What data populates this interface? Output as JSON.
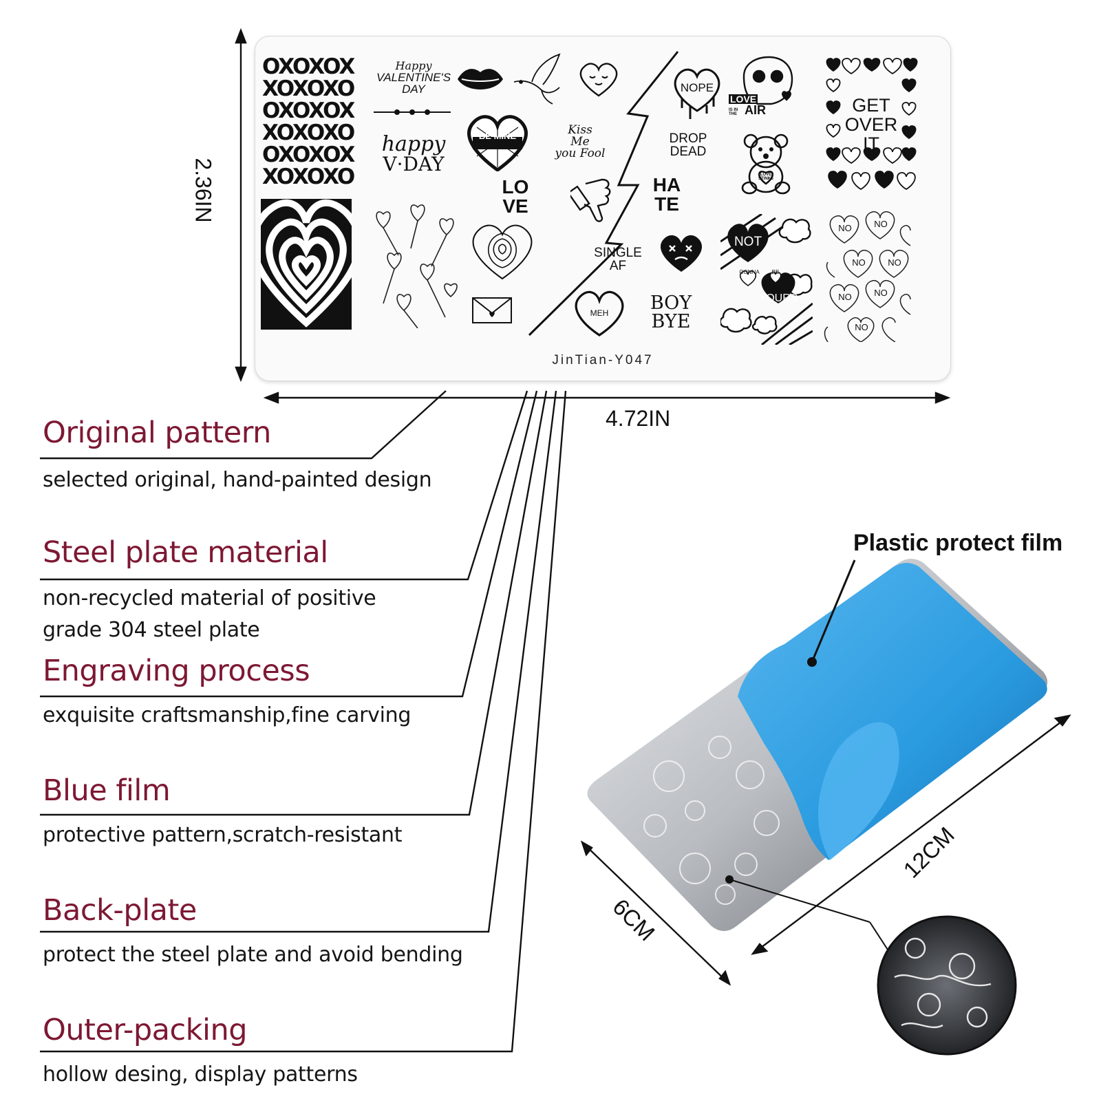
{
  "plate": {
    "id_label": "JinTian-Y047",
    "patterns": {
      "xo_lines": [
        "OXOXOX",
        "XOXOXO",
        "OXOXOX",
        "XOXOXO",
        "OXOXOX",
        "XOXOXO"
      ],
      "happy_valentines": [
        "Happy",
        "VALENTINE'S",
        "DAY"
      ],
      "happy_vday": [
        "happy",
        "V·DAY"
      ],
      "be_mine": "BE MINE",
      "kiss_me": [
        "Kiss",
        "Me",
        "you Fool"
      ],
      "love": [
        "LO",
        "VE"
      ],
      "hate": [
        "HA",
        "TE"
      ],
      "nope": "NOPE",
      "love_in_air": [
        "LOVE",
        "IS IN THE",
        "AIR"
      ],
      "drop_dead": [
        "DROP",
        "DEAD"
      ],
      "love_stinks": [
        "LOVE",
        "STINKS"
      ],
      "get_over_it": [
        "GET",
        "OVER",
        "IT"
      ],
      "single_af": [
        "SINGLE",
        "AF"
      ],
      "meh": "MEH",
      "boy_bye": [
        "BOY",
        "BYE"
      ],
      "not_gonna_be_yours": [
        "NOT",
        "GONNA",
        "BE",
        "YOURS"
      ],
      "no_word": "NO"
    }
  },
  "dimensions": {
    "width": "4.72IN",
    "height": "2.36IN",
    "photo_width": "12CM",
    "photo_height": "6CM"
  },
  "features": [
    {
      "title": "Original pattern",
      "desc": [
        "selected original, hand-painted design"
      ]
    },
    {
      "title": "Steel plate material",
      "desc": [
        "non-recycled material of positive",
        "grade 304 steel plate"
      ]
    },
    {
      "title": "Engraving process",
      "desc": [
        "exquisite craftsmanship,fine carving"
      ]
    },
    {
      "title": "Blue film",
      "desc": [
        "protective pattern,scratch-resistant"
      ]
    },
    {
      "title": "Back-plate",
      "desc": [
        "protect the steel plate and avoid bending"
      ]
    },
    {
      "title": "Outer-packing",
      "desc": [
        "hollow desing, display patterns"
      ]
    }
  ],
  "photo": {
    "film_label": "Plastic protect film"
  },
  "colors": {
    "title": "#7d1833",
    "film_blue": "#2a9be0",
    "steel": "#c9ccd0"
  }
}
